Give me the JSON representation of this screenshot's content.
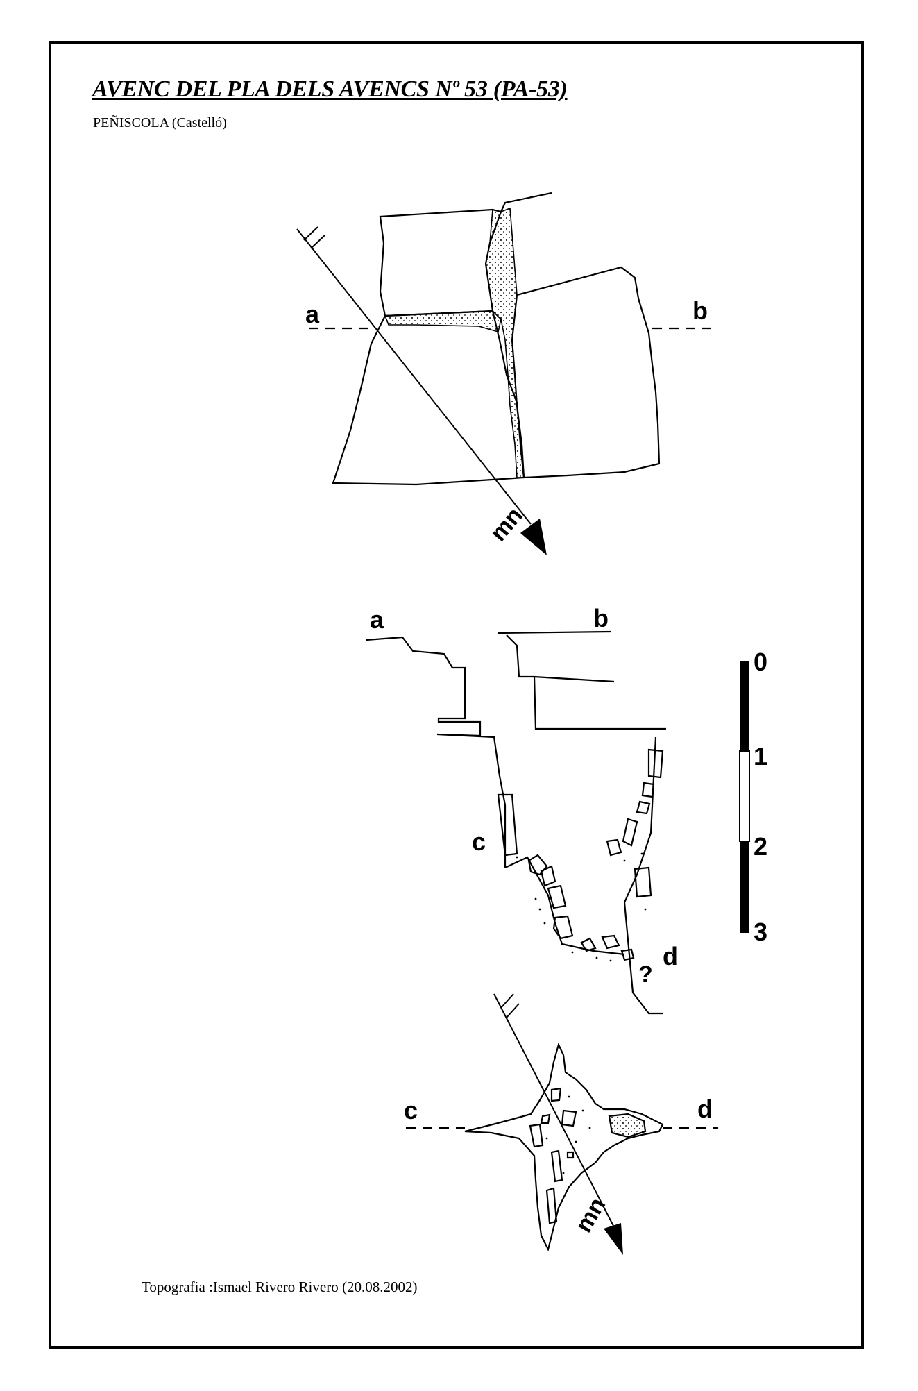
{
  "title": "AVENC DEL PLA DELS AVENCS Nº 53 (PA-53)",
  "subtitle": "PEÑISCOLA  (Castelló)",
  "credit": "Topografia :Ismael Rivero Rivero (20.08.2002)",
  "plan_view": {
    "section_label_left": "a",
    "section_label_right": "b",
    "north_label": "mn"
  },
  "section_view": {
    "label_a": "a",
    "label_b": "b",
    "label_c": "c",
    "label_d": "d",
    "unknown_mark": "?"
  },
  "lower_plan": {
    "section_label_left": "c",
    "section_label_right": "d",
    "north_label": "mn"
  },
  "scale_bar": {
    "ticks": [
      "0",
      "1",
      "2",
      "3"
    ],
    "segments": [
      "black",
      "white",
      "black"
    ]
  }
}
